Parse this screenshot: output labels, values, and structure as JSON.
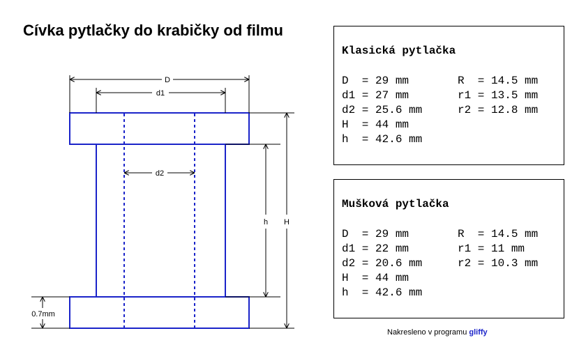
{
  "title": "Cívka pytlačky do krabičky od filmu",
  "diagram": {
    "labels": {
      "D": "D",
      "d1": "d1",
      "d2": "d2",
      "h": "h",
      "H": "H",
      "thickness": "0.7mm"
    },
    "colors": {
      "outline": "#1a23c9",
      "dimension": "#000000"
    }
  },
  "boxes": {
    "classic": {
      "title": "Klasická pytlačka",
      "rows": [
        {
          "left": "D  = 29 mm",
          "right": "R  = 14.5 mm"
        },
        {
          "left": "d1 = 27 mm",
          "right": "r1 = 13.5 mm"
        },
        {
          "left": "d2 = 25.6 mm",
          "right": "r2 = 12.8 mm"
        },
        {
          "left": "H  = 44 mm",
          "right": ""
        },
        {
          "left": "h  = 42.6 mm",
          "right": ""
        }
      ]
    },
    "musk": {
      "title": "Mušková pytlačka",
      "rows": [
        {
          "left": "D  = 29 mm",
          "right": "R  = 14.5 mm"
        },
        {
          "left": "d1 = 22 mm",
          "right": "r1 = 11 mm"
        },
        {
          "left": "d2 = 20.6 mm",
          "right": "r2 = 10.3 mm"
        },
        {
          "left": "H  = 44 mm",
          "right": ""
        },
        {
          "left": "h  = 42.6 mm",
          "right": ""
        }
      ]
    }
  },
  "footer": {
    "text": "Nakresleno v programu ",
    "brand": "gliffy"
  }
}
